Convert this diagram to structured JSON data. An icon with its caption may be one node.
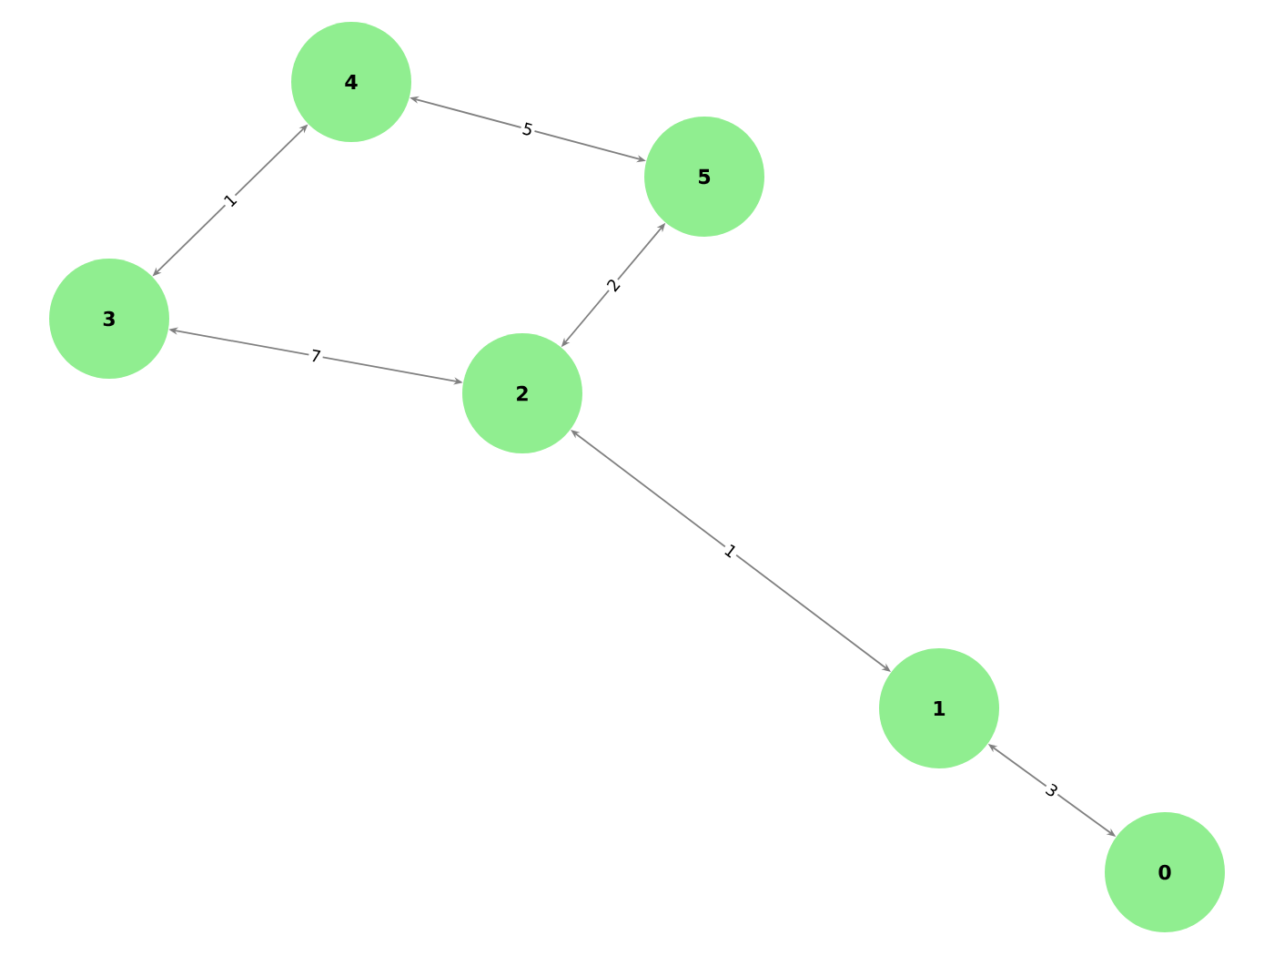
{
  "diagram": {
    "nodes": [
      {
        "text": [
          "4"
        ]
      },
      {
        "text": [
          "5"
        ]
      },
      {
        "text": [
          "3"
        ]
      },
      {
        "text": [
          "2"
        ]
      },
      {
        "text": [
          "1"
        ]
      },
      {
        "text": [
          "0"
        ]
      }
    ],
    "edges": [
      {
        "from": 0,
        "to": 1,
        "arrow": "both",
        "label": "5"
      },
      {
        "from": 0,
        "to": 2,
        "arrow": "both",
        "label": "1"
      },
      {
        "from": 1,
        "to": 3,
        "arrow": "both",
        "label": "2"
      },
      {
        "from": 2,
        "to": 3,
        "arrow": "both",
        "label": "7"
      },
      {
        "from": 3,
        "to": 4,
        "arrow": "both",
        "label": "1"
      },
      {
        "from": 4,
        "to": 5,
        "arrow": "both",
        "label": "3"
      }
    ]
  }
}
